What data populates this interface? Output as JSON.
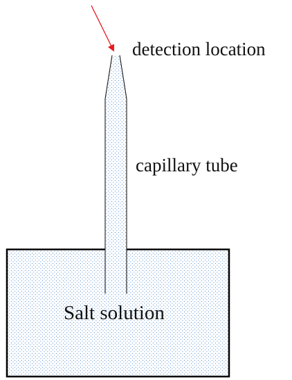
{
  "labels": {
    "detection": "detection location",
    "capillary": "capillary tube",
    "solution": "Salt solution"
  },
  "colors": {
    "arrow": "#e8161b",
    "outline": "#000000",
    "dots": "#2f74c4",
    "background": "#ffffff",
    "text": "#111111"
  }
}
